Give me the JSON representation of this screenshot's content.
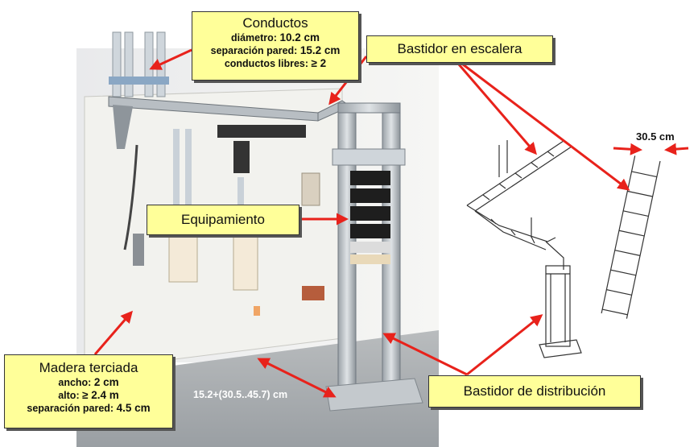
{
  "callouts": {
    "conductos": {
      "title": "Conductos",
      "rows": [
        {
          "label": "diámetro:",
          "value": "10.2 cm"
        },
        {
          "label": "separación pared:",
          "value": "15.2 cm"
        },
        {
          "label": "conductos libres:",
          "value": "≥ 2"
        }
      ]
    },
    "bastidor_escalera": {
      "title": "Bastidor en escalera"
    },
    "equipamiento": {
      "title": "Equipamiento"
    },
    "madera": {
      "title": "Madera terciada",
      "rows": [
        {
          "label": "ancho:",
          "value": "2 cm"
        },
        {
          "label": "alto:",
          "value": "≥ 2.4 m"
        },
        {
          "label": "separación pared:",
          "value": "4.5 cm"
        }
      ]
    },
    "bastidor_distribucion": {
      "title": "Bastidor de distribución"
    }
  },
  "dimensions": {
    "floor": "15.2+(30.5..45.7) cm",
    "ladder_width": "30.5 cm"
  },
  "colors": {
    "callout_bg": "#ffff99",
    "arrow": "#e8221b"
  }
}
